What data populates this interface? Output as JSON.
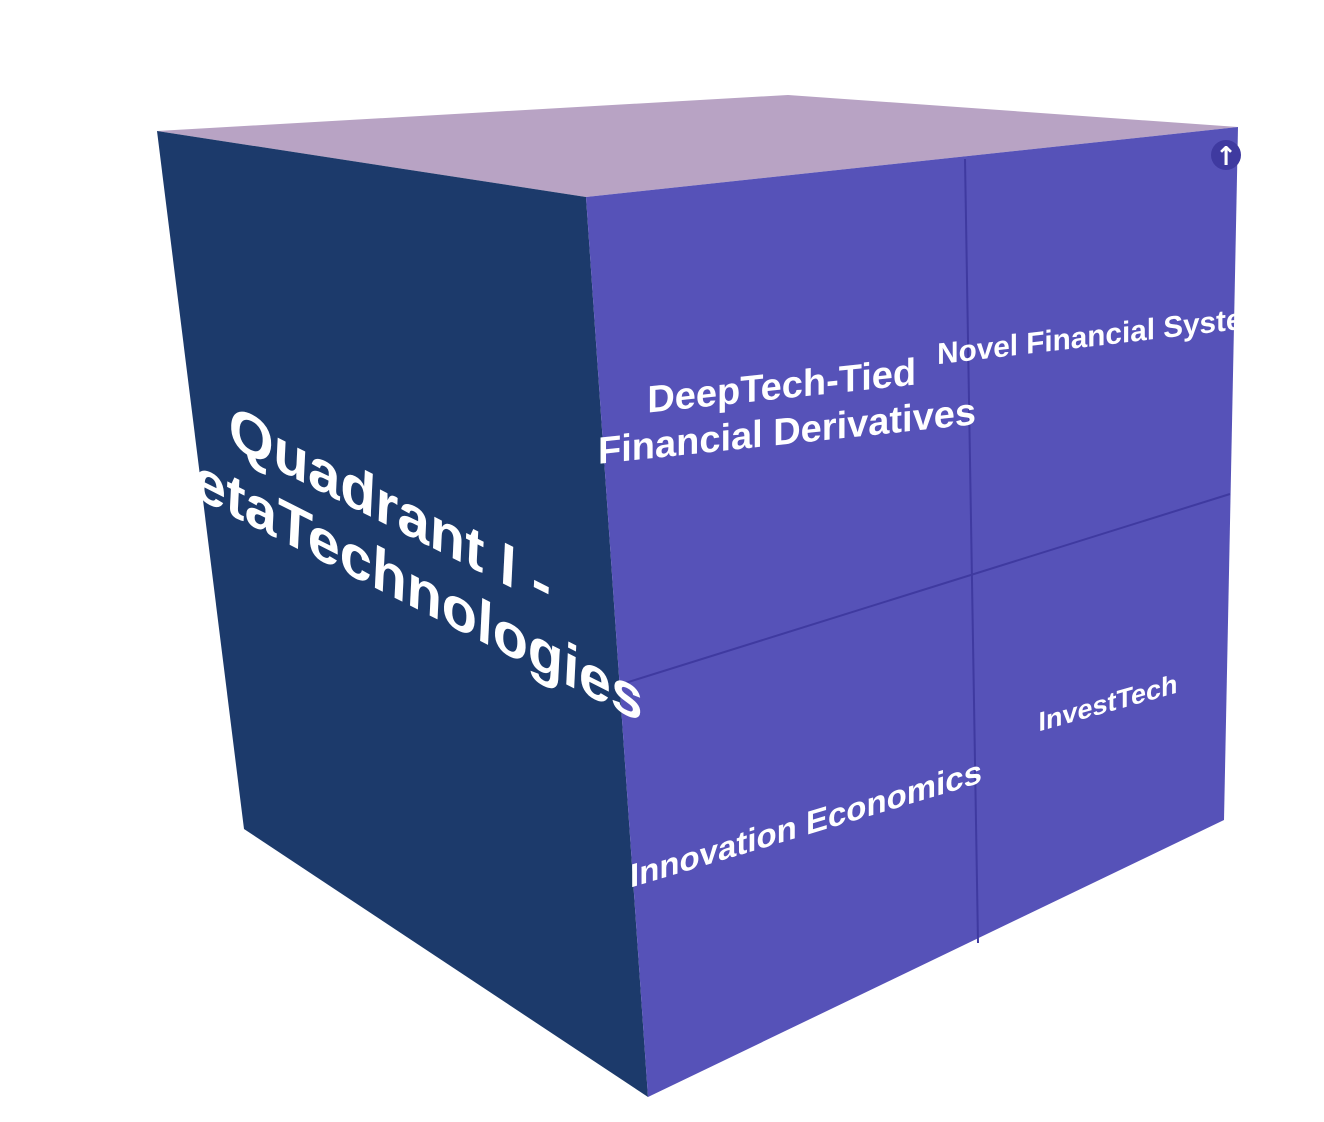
{
  "diagram": {
    "left_face": {
      "label_lines": [
        "Quadrant I -",
        "MetaTechnologies"
      ]
    },
    "front_face": {
      "cells": [
        {
          "id": "top-left",
          "label_lines": [
            "DeepTech-Tied",
            "Financial Derivatives"
          ]
        },
        {
          "id": "top-right",
          "label_lines": [
            "Novel Financial System"
          ]
        },
        {
          "id": "bottom-left",
          "label_lines": [
            "Innovation Economics"
          ]
        },
        {
          "id": "bottom-right",
          "label_lines": [
            "InvestTech"
          ]
        }
      ]
    },
    "controls": {
      "up_icon": "up-arrow-icon",
      "up_glyph": "↑"
    },
    "colors": {
      "top_face": "#b8a3c4",
      "left_face": "#1c3a6b",
      "front_face": "#5652b8",
      "divider": "#3f3aa0",
      "label": "#ffffff"
    }
  }
}
